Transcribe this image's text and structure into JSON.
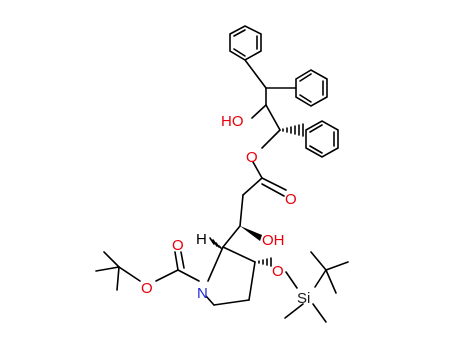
{
  "atoms": {
    "o_hydroxy_top": "HO",
    "o_ester_single": "O",
    "o_ester_carbonyl": "O",
    "o_hydroxy_mid": "OH",
    "h_stereo": "H",
    "o_boc_carbonyl": "O",
    "o_boc_single": "O",
    "n_ring": "N",
    "o_silyl_ether": "O",
    "si_atom": "Si"
  },
  "colors": {
    "bond": "#000000",
    "oxygen": "#e8000b",
    "nitrogen": "#1f2bd8",
    "silicon": "#1a1a1a",
    "background": "#ffffff"
  }
}
